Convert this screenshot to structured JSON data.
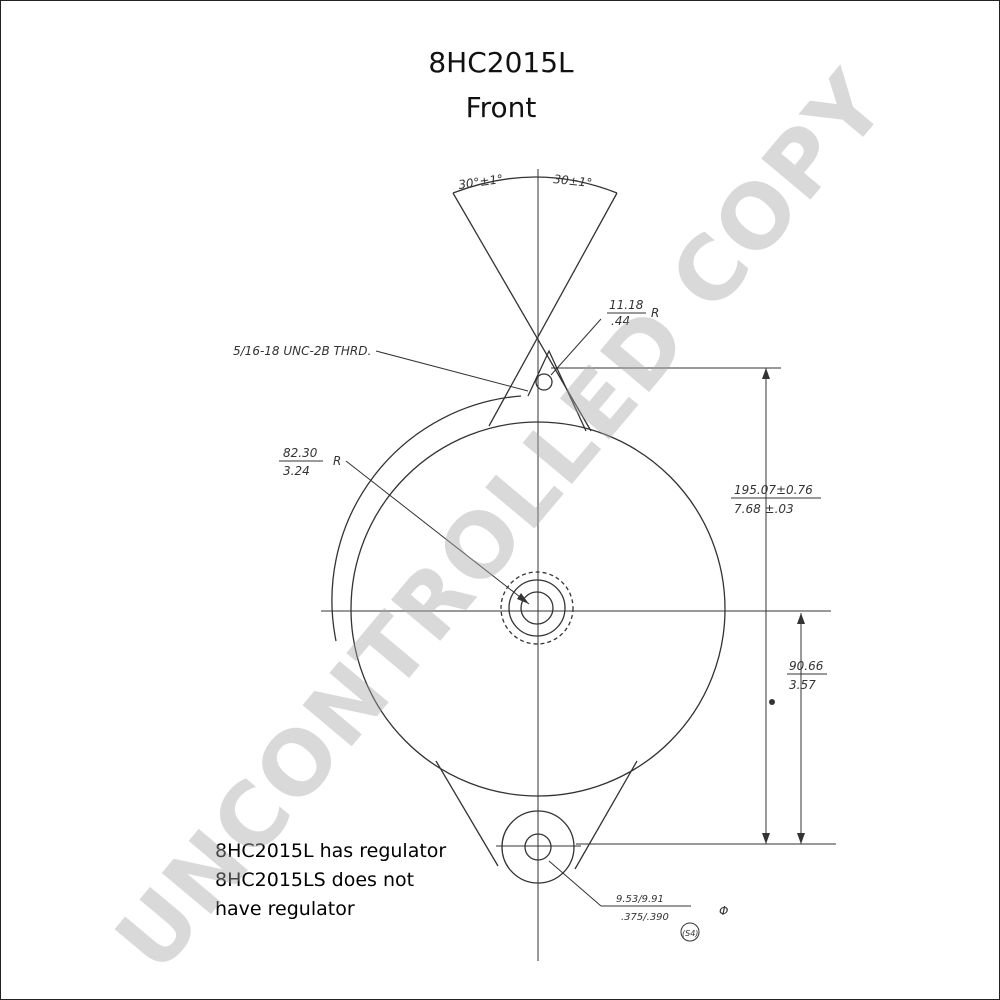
{
  "title": {
    "line1": "8HC2015L",
    "line2": "Front"
  },
  "annotations": {
    "angle_left": "30°±1°",
    "angle_right": "30±1°",
    "radius_small_metric": "11.18",
    "radius_small_imperial": ".44",
    "radius_small_suffix": "R",
    "thread_spec": "5/16-18 UNC-2B THRD.",
    "radius_large_metric": "82.30",
    "radius_large_imperial": "3.24",
    "radius_large_suffix": "R",
    "height_metric": "195.07±0.76",
    "height_imperial": "7.68 ±.03",
    "offset_metric": "90.66",
    "offset_imperial": "3.57",
    "hole_metric": "9.53/9.91",
    "hole_imperial": ".375/.390",
    "hole_suffix": "Φ",
    "stamp": "(S4)"
  },
  "notes": [
    "8HC2015L has regulator",
    "8HC2015LS does not",
    "have regulator"
  ],
  "watermark": "UNCONTROLLED COPY",
  "colors": {
    "line": "#333333",
    "watermark": "#a5a5a5"
  }
}
